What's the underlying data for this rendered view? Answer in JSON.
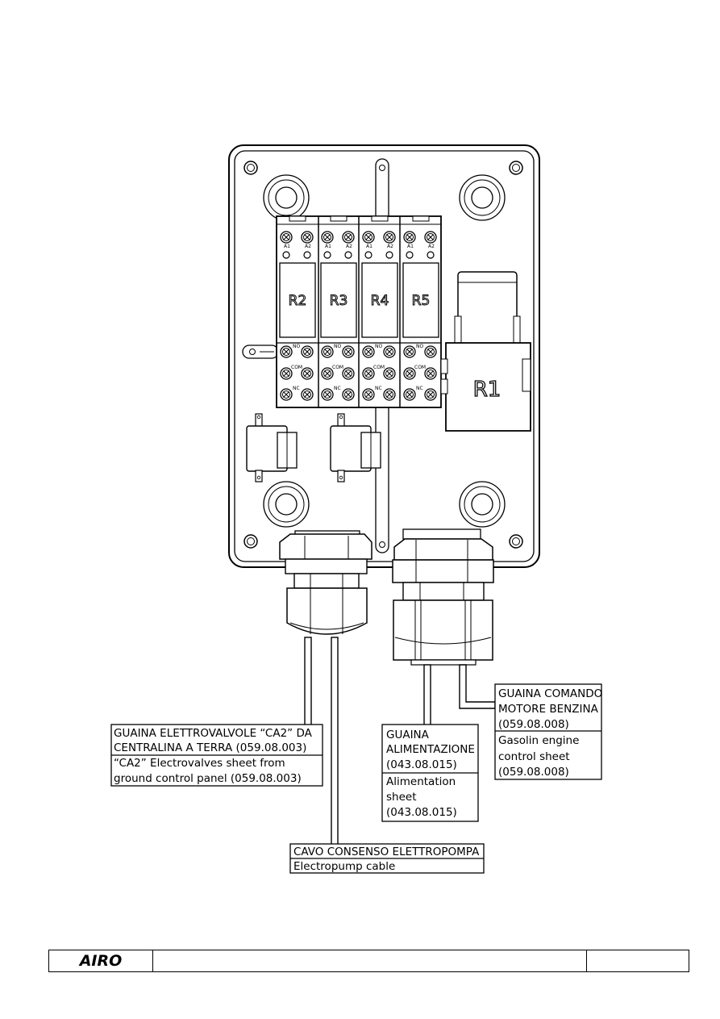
{
  "relays": {
    "r1": "R1",
    "r2": "R2",
    "r3": "R3",
    "r4": "R4",
    "r5": "R5",
    "terminal_top_a": "A1",
    "terminal_top_b": "A2",
    "terminal_no": "NO",
    "terminal_com": "COM",
    "terminal_nc": "NC"
  },
  "callouts": {
    "ca2": {
      "line1": "GUAINA ELETTROVALVOLE “CA2” DA",
      "line2": "CENTRALINA A TERRA (059.08.003)",
      "line3": "“CA2” Electrovalves sheet from",
      "line4": "ground control panel (059.08.003)"
    },
    "alimentazione": {
      "line1": "GUAINA",
      "line2": "ALIMENTAZIONE",
      "line3": "(043.08.015)",
      "line4": "Alimentation",
      "line5": "sheet",
      "line6": "(043.08.015)"
    },
    "motore": {
      "line1": "GUAINA COMANDO",
      "line2": "MOTORE BENZINA",
      "line3": "(059.08.008)",
      "line4": "Gasolin engine",
      "line5": "control sheet",
      "line6": "(059.08.008)"
    },
    "elettropompa": {
      "line1": "CAVO CONSENSO ELETTROPOMPA",
      "line2": "Electropump cable"
    }
  },
  "footer": {
    "logo": "AIRO",
    "middle": "",
    "right": ""
  }
}
